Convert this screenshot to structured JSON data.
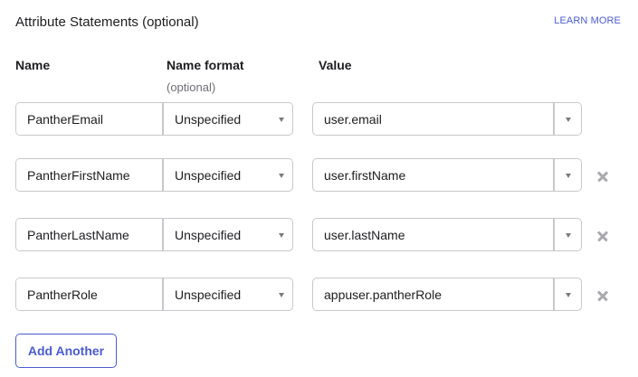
{
  "section": {
    "title": "Attribute Statements (optional)",
    "learn_more": "LEARN MORE"
  },
  "columns": {
    "name": "Name",
    "name_format": "Name format",
    "name_format_sub": "(optional)",
    "value": "Value"
  },
  "rows": [
    {
      "name": "PantherEmail",
      "format": "Unspecified",
      "value": "user.email",
      "removable": false
    },
    {
      "name": "PantherFirstName",
      "format": "Unspecified",
      "value": "user.firstName",
      "removable": true
    },
    {
      "name": "PantherLastName",
      "format": "Unspecified",
      "value": "user.lastName",
      "removable": true
    },
    {
      "name": "PantherRole",
      "format": "Unspecified",
      "value": "appuser.pantherRole",
      "removable": true
    }
  ],
  "actions": {
    "add_another": "Add Another"
  },
  "colors": {
    "accent": "#4b5bd0",
    "border": "#c8c8cc",
    "text": "#1d1d21",
    "muted": "#6e6e78",
    "remove_icon": "#a9a9ae"
  }
}
